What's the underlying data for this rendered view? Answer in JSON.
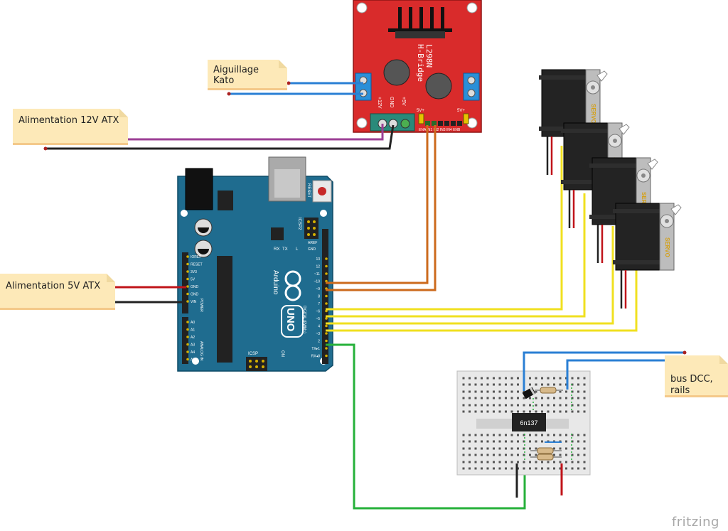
{
  "notes": {
    "aiguillage": "Aiguillage Kato",
    "alim12": "Alimentation 12V ATX",
    "alim5": "Alimentation 5V ATX",
    "busdcc": "bus DCC,\nrails"
  },
  "hbridge": {
    "chip": "L298N",
    "name": "H-Bridge",
    "pin_12v": "+12V",
    "pin_gnd": "GND",
    "pin_5v": "+5V",
    "jumper_5v": "5V+",
    "jumper_5v_right": "5V+",
    "pins_label": "ENA IN1 IN2 IN3 IN4 ENB"
  },
  "arduino": {
    "brand": "Arduino",
    "model": "UNO",
    "reset": "RESET",
    "icsp2": "ICSP2",
    "icsp": "ICSP",
    "l": "L",
    "tx": "TX",
    "rx": "RX",
    "on": "ON",
    "aref": "AREF",
    "gnd_top": "GND",
    "digital": "DIGITAL (PWM~)",
    "power": "POWER",
    "analog": "ANALOG IN",
    "power_pins": [
      "IOREF",
      "RESET",
      "3V3",
      "5V",
      "GND",
      "GND",
      "VIN"
    ],
    "analog_pins": [
      "A0",
      "A1",
      "A2",
      "A3",
      "A4",
      "A5"
    ],
    "digital_pins": [
      "13",
      "12",
      "~11",
      "~10",
      "~9",
      "8",
      "7",
      "~6",
      "~5",
      "4",
      "~3",
      "2",
      "TX▸1",
      "RX◂0"
    ]
  },
  "servos": {
    "label": "SERVO",
    "count": 4
  },
  "optocoupler": {
    "label": "6n137"
  },
  "watermark": "fritzing",
  "colors": {
    "hbridge": "#d92b2b",
    "arduino": "#1f6c8f",
    "wire_blue": "#2a7fd4",
    "wire_purple": "#9c3f95",
    "wire_black": "#222222",
    "wire_red": "#c0141a",
    "wire_orange": "#cc6a1c",
    "wire_yellow": "#f0e020",
    "wire_green": "#26b13a",
    "note": "#fde9b8"
  }
}
